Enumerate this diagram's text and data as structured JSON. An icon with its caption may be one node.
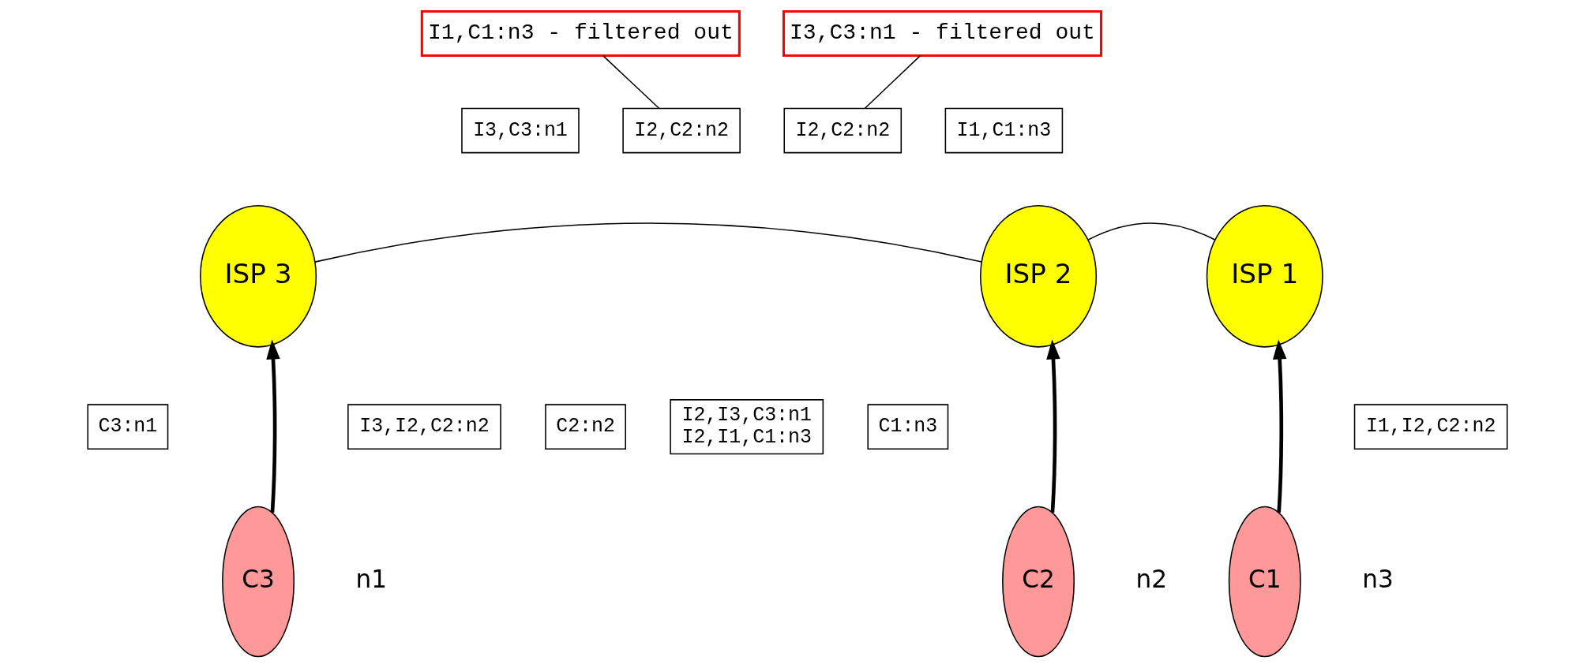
{
  "diagram": {
    "nodes": [
      {
        "text": [
          "I1,C1:n3 - filtered out"
        ]
      },
      {
        "text": [
          "I3,C3:n1 - filtered out"
        ]
      },
      {
        "text": [
          "I2,C2:n2"
        ]
      },
      {
        "text": [
          "I2,C2:n2"
        ]
      },
      {
        "text": [
          "I3,C3:n1"
        ]
      },
      {
        "text": [
          "I1,C1:n3"
        ]
      },
      {
        "text": [
          "ISP 3"
        ]
      },
      {
        "text": [
          "ISP 2"
        ]
      },
      {
        "text": [
          "ISP 1"
        ]
      },
      {
        "text": [
          "C3:n1"
        ]
      },
      {
        "text": [
          "C2:n2"
        ]
      },
      {
        "text": [
          "C1:n3"
        ]
      },
      {
        "text": [
          "I3,I2,C2:n2"
        ]
      },
      {
        "text": [
          "I2,I3,C3:n1",
          "I2,I1,C1:n3"
        ]
      },
      {
        "text": [
          "I1,I2,C2:n2"
        ]
      },
      {
        "text": [
          "C3"
        ],
        "beside": [
          "n1"
        ]
      },
      {
        "text": [
          "C2"
        ],
        "beside": [
          "n2"
        ]
      },
      {
        "text": [
          "C1"
        ],
        "beside": [
          "n3"
        ]
      }
    ],
    "edges": [
      {
        "from": 0,
        "to": 2,
        "arrow": "none"
      },
      {
        "from": 1,
        "to": 3,
        "arrow": "none"
      },
      {
        "from": 6,
        "to": 7,
        "arrow": "none"
      },
      {
        "from": 7,
        "to": 8,
        "arrow": "none"
      },
      {
        "from": 15,
        "to": 6,
        "arrow": "to",
        "style": "thick"
      },
      {
        "from": 16,
        "to": 7,
        "arrow": "to",
        "style": "thick"
      },
      {
        "from": 17,
        "to": 8,
        "arrow": "to",
        "style": "thick"
      }
    ]
  }
}
